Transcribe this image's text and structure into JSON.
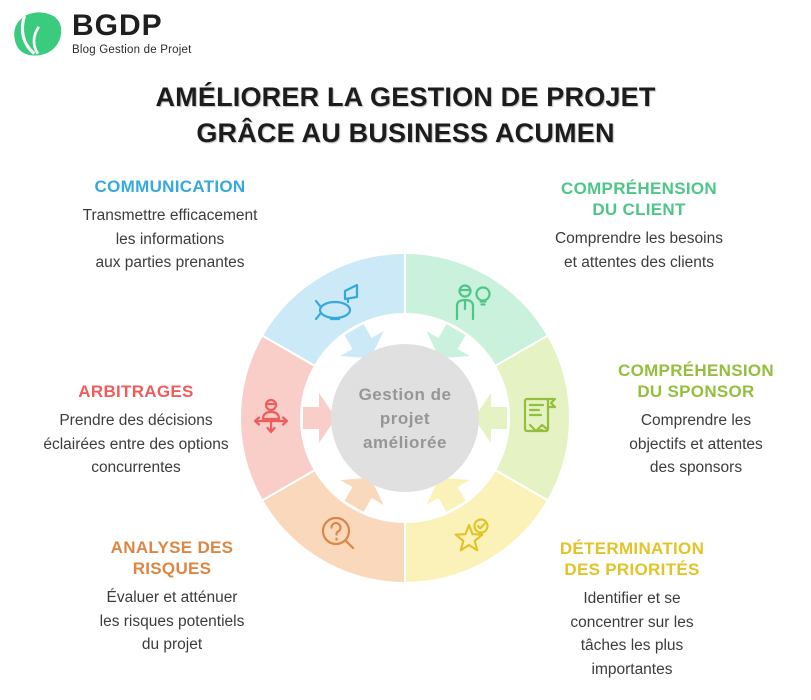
{
  "logo": {
    "brand": "BGDP",
    "tagline": "Blog Gestion de Projet",
    "leaf_color": "#3bcb7e",
    "icon": "leaf-logo-icon"
  },
  "title": "AMÉLIORER LA GESTION DE PROJET\nGRÂCE AU BUSINESS ACUMEN",
  "wheel": {
    "center": {
      "label": "Gestion de\nprojet\naméliorée",
      "bg": "#e0e0e0",
      "text_color": "#969696"
    },
    "segments": [
      {
        "id": "communication",
        "icon": "megaphone-icon",
        "fill": "#cbe9f7",
        "accent": "#35a9dd"
      },
      {
        "id": "client",
        "icon": "person-lightbulb-icon",
        "fill": "#c9f1dc",
        "accent": "#4ec687"
      },
      {
        "id": "sponsor",
        "icon": "contract-handshake-icon",
        "fill": "#e5f2c3",
        "accent": "#94bf3e"
      },
      {
        "id": "priorites",
        "icon": "star-check-icon",
        "fill": "#fbf2ba",
        "accent": "#e2c428"
      },
      {
        "id": "risques",
        "icon": "head-magnifier-icon",
        "fill": "#fad8bb",
        "accent": "#dd8643"
      },
      {
        "id": "arbitrages",
        "icon": "decision-arrows-icon",
        "fill": "#f9cec9",
        "accent": "#ee5d5b"
      }
    ]
  },
  "sections": [
    {
      "id": "communication",
      "heading": "COMMUNICATION",
      "body": "Transmettre efficacement\nles informations\naux parties prenantes",
      "color": "#35a9dd"
    },
    {
      "id": "client",
      "heading": "COMPRÉHENSION\nDU CLIENT",
      "body": "Comprendre les besoins\net attentes  des clients",
      "color": "#4ec687"
    },
    {
      "id": "sponsor",
      "heading": "COMPRÉHENSION\nDU SPONSOR",
      "body": "Comprendre les\nobjectifs et attentes\ndes sponsors",
      "color": "#94bf3e"
    },
    {
      "id": "priorites",
      "heading": "DÉTERMINATION\nDES PRIORITÉS",
      "body": "Identifier et se\nconcentrer sur les\ntâches les plus\nimportantes",
      "color": "#e2c428"
    },
    {
      "id": "risques",
      "heading": "ANALYSE DES\nRISQUES",
      "body": "Évaluer et atténuer\nles risques potentiels\ndu projet",
      "color": "#dd8643"
    },
    {
      "id": "arbitrages",
      "heading": "ARBITRAGES",
      "body": "Prendre des décisions\néclairées entre des options\nconcurrentes",
      "color": "#ee5d5b"
    }
  ]
}
